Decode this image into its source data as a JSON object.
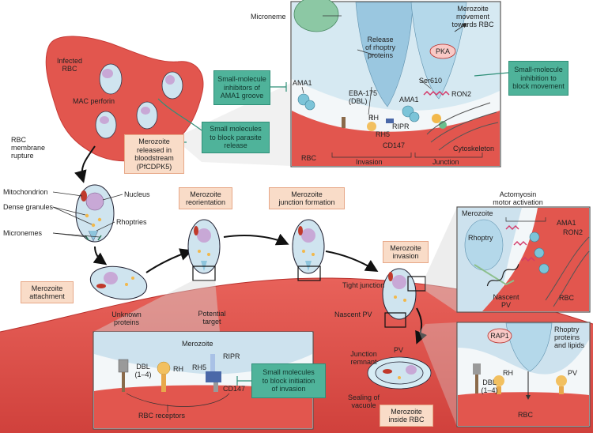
{
  "colors": {
    "rbc": "#e2564e",
    "rbc_dark": "#c63a36",
    "merozoite": "#cfe4ef",
    "nucleus": "#c8a8d6",
    "rhoptry": "#bde0ef",
    "mitochondrion": "#c0392b",
    "drug_box": "#4fb39a",
    "stage_box": "#f9dcc8"
  },
  "labels": {
    "infected_rbc": "Infected\nRBC",
    "mac_perforin": "MAC perforin",
    "rbc_membrane_rupture": "RBC\nmembrane\nrupture",
    "mitochondrion": "Mitochondrion",
    "nucleus": "Nucleus",
    "dense_granules": "Dense granules",
    "rhoptries": "Rhoptries",
    "micronemes": "Micronemes",
    "unknown_proteins": "Unknown\nproteins",
    "potential_target": "Potential\ntarget",
    "tight_junction": "Tight junction",
    "nascent_pv": "Nascent PV",
    "junction_remnant": "Junction\nremnant",
    "pv": "PV",
    "sealing_of_vacuole": "Sealing of\nvacuole",
    "microneme": "Microneme",
    "release_rhoptry": "Release\nof rhoptry\nproteins",
    "merozoite_movement": "Merozoite\nmovement\ntowards RBC",
    "pka": "PKA",
    "ser610": "Ser610",
    "ama1_a": "AMA1",
    "ama1_b": "AMA1",
    "ron2_a": "RON2",
    "eba175": "EBA-175\n(DBL)",
    "rh_a": "RH",
    "rh5_a": "RH5",
    "ripr_a": "RIPR",
    "cd147_a": "CD147",
    "cytoskeleton": "Cytoskeleton",
    "rbc_a": "RBC",
    "invasion": "Invasion",
    "junction": "Junction",
    "merozoite_a": "Merozoite",
    "dbl_a": "DBL\n(1–4)",
    "rh_b": "RH",
    "rh5_b": "RH5",
    "ripr_b": "RIPR",
    "cd147_b": "CD147",
    "rbc_receptors": "RBC receptors",
    "merozoite_b": "Merozoite",
    "actomyosin": "Actomyosin\nmotor activation",
    "ama1_c": "AMA1",
    "ron2_b": "RON2",
    "rhoptry": "Rhoptry",
    "nascent_pv_b": "Nascent\nPV",
    "rbc_b": "RBC",
    "rap1": "RAP1",
    "rhoptry_proteins": "Rhoptry\nproteins\nand lipids",
    "dbl_b": "DBL\n(1–4)",
    "rh_c": "RH",
    "pv_b": "PV",
    "rbc_c": "RBC"
  },
  "stages": {
    "released": "Merozoite\nreleased in\nbloodstream\n(PfCDPK5)",
    "attachment": "Merozoite\nattachment",
    "reorientation": "Merozoite\nreorientation",
    "junction_formation": "Merozoite\njunction formation",
    "invasion": "Merozoite\ninvasion",
    "inside_rbc": "Merozoite\ninside RBC"
  },
  "drugs": {
    "block_release": "Small molecules\nto block parasite\nrelease",
    "ama1_groove": "Small-molecule\ninhibitors of\nAMA1 groove",
    "block_movement": "Small-molecule\ninhibition to\nblock movement",
    "block_initiation": "Small molecules\nto block initiation\nof invasion"
  }
}
